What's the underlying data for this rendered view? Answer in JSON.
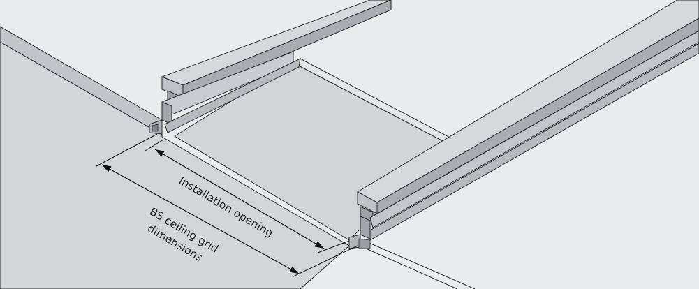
{
  "labels": {
    "installation_opening": "Installation opening",
    "grid_dimensions_line1": "BS ceiling grid",
    "grid_dimensions_line2": "dimensions"
  },
  "colors": {
    "background": "#e9ebed",
    "panel_face": "#d2d5d8",
    "panel_edge": "#b9bdc1",
    "rail_top": "#d3d5d8",
    "rail_side": "#a9adb1",
    "rail_dark": "#8f9398",
    "outline": "#2a2a2a"
  }
}
